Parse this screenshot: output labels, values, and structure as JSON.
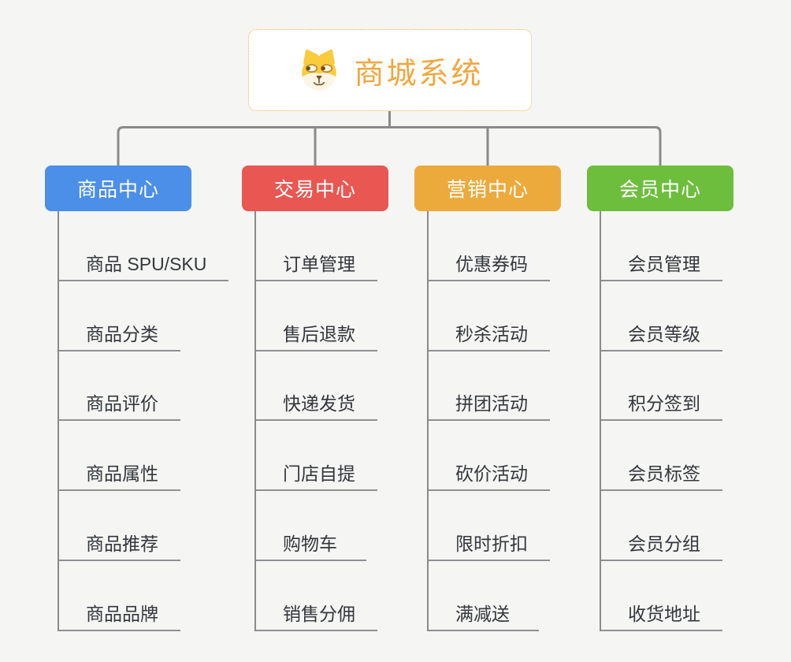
{
  "root": {
    "title": "商城系统",
    "icon": "shiba-dog-icon",
    "title_color": "#f0a73f",
    "border_color": "#f4ae4d"
  },
  "connector_color": "#8a8a8a",
  "branches": [
    {
      "label": "商品中心",
      "color": "#4b8fe8",
      "items": [
        "商品 SPU/SKU",
        "商品分类",
        "商品评价",
        "商品属性",
        "商品推荐",
        "商品品牌"
      ]
    },
    {
      "label": "交易中心",
      "color": "#e85752",
      "items": [
        "订单管理",
        "售后退款",
        "快递发货",
        "门店自提",
        "购物车",
        "销售分佣"
      ]
    },
    {
      "label": "营销中心",
      "color": "#ecaa3c",
      "items": [
        "优惠券码",
        "秒杀活动",
        "拼团活动",
        "砍价活动",
        "限时折扣",
        "满减送"
      ]
    },
    {
      "label": "会员中心",
      "color": "#6dbe3c",
      "items": [
        "会员管理",
        "会员等级",
        "积分签到",
        "会员标签",
        "会员分组",
        "收货地址"
      ]
    }
  ]
}
